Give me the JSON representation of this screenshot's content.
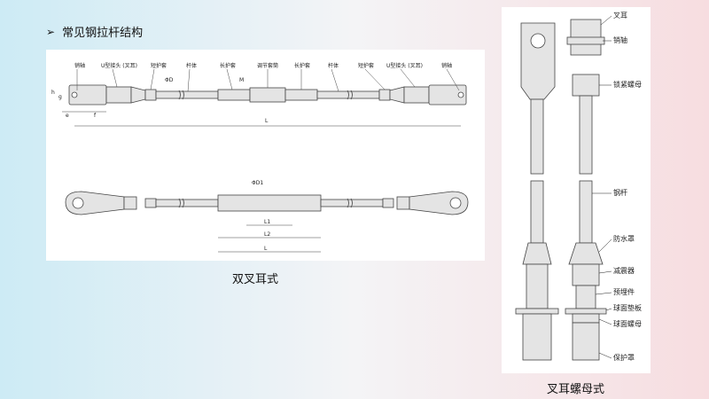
{
  "page": {
    "title": "常见钢拉杆结构",
    "title_icon": "arrowhead-bullet-icon"
  },
  "diagram1": {
    "caption": "双叉耳式",
    "labels": {
      "pin": "销轴",
      "u_joint": "U型接头 (叉耳)",
      "short_sleeve": "短护套",
      "rod": "杆体",
      "long_sleeve": "长护套",
      "adjust_sleeve": "调节套筒"
    },
    "dims": {
      "h": "h",
      "g": "g",
      "e": "e",
      "f": "f",
      "L": "L",
      "phiD": "ΦD",
      "M": "M",
      "phiD1": "ΦD1",
      "L1": "L1",
      "L2": "L2"
    }
  },
  "diagram2": {
    "caption": "叉耳螺母式",
    "labels": {
      "fork_ear": "叉耳",
      "pin": "销轴",
      "lock_nut": "锁紧螺母",
      "steel_rod": "钢杆",
      "waterproof_cover": "防水罩",
      "damper": "减震器",
      "embedded_part": "预埋件",
      "spherical_washer": "球面垫板",
      "spherical_nut": "球面螺母",
      "protective_cover": "保护罩"
    }
  },
  "colors": {
    "background_left": "#cdebf5",
    "background_right": "#f7dde0",
    "rod_fill": "#e4e4e4",
    "stroke": "#444444"
  }
}
